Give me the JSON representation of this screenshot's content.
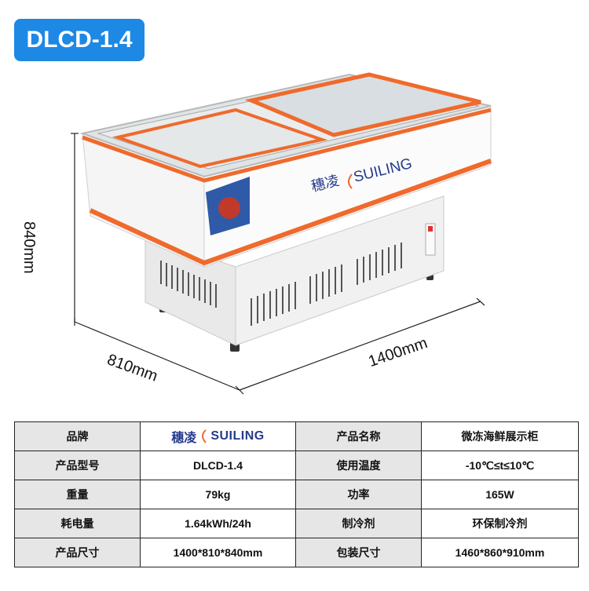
{
  "model_badge": "DLCD-1.4",
  "dimensions": {
    "height": "840mm",
    "depth": "810mm",
    "width": "1400mm"
  },
  "product_brand": {
    "cn": "穗凌",
    "en": "SUILING"
  },
  "colors": {
    "badge": "#1e88e5",
    "trim": "#ef6a2c",
    "brand_text": "#263a8c",
    "header_cell": "#e6e6e6"
  },
  "specs": {
    "rows": [
      {
        "k1": "品牌",
        "v1_brand": {
          "cn": "穗凌",
          "en": "SUILING"
        },
        "k2": "产品名称",
        "v2": "微冻海鲜展示柜"
      },
      {
        "k1": "产品型号",
        "v1": "DLCD-1.4",
        "k2": "使用温度",
        "v2": "-10℃≤t≤10℃"
      },
      {
        "k1": "重量",
        "v1": "79kg",
        "k2": "功率",
        "v2": "165W"
      },
      {
        "k1": "耗电量",
        "v1": "1.64kWh/24h",
        "k2": "制冷剂",
        "v2": "环保制冷剂"
      },
      {
        "k1": "产品尺寸",
        "v1": "1400*810*840mm",
        "k2": "包装尺寸",
        "v2": "1460*860*910mm"
      }
    ]
  }
}
